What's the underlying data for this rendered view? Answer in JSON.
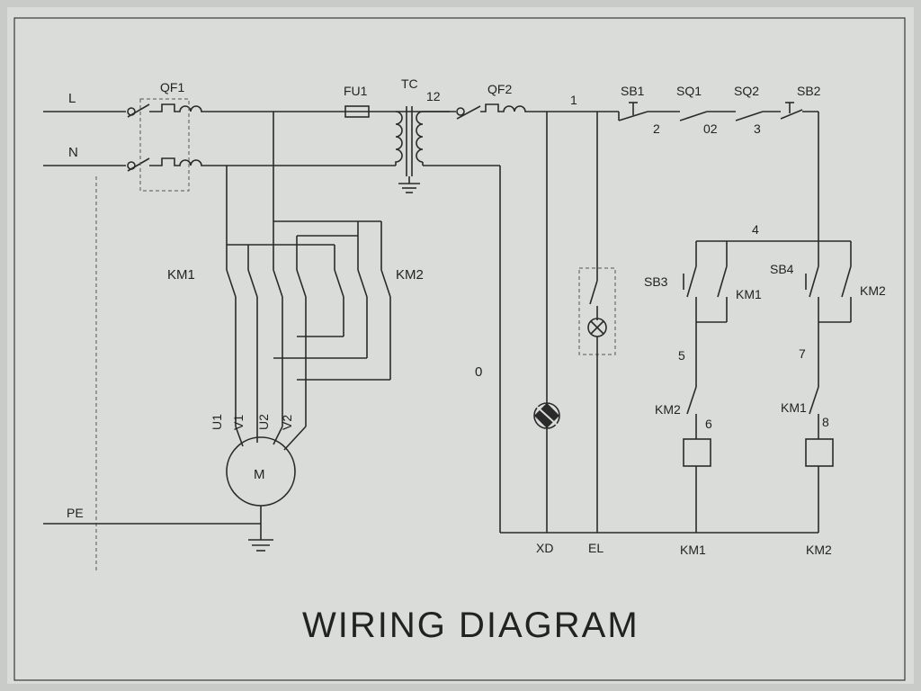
{
  "colors": {
    "paper": "#dadcda",
    "ink": "#2a2a2a"
  },
  "title": "WIRING DIAGRAM",
  "labels": {
    "L": "L",
    "N": "N",
    "PE": "PE",
    "QF1": "QF1",
    "FU1": "FU1",
    "TC": "TC",
    "n12": "12",
    "QF2": "QF2",
    "n1": "1",
    "SB1": "SB1",
    "SQ1": "SQ1",
    "SQ2": "SQ2",
    "SB2": "SB2",
    "n2": "2",
    "n02": "02",
    "n3": "3",
    "n4": "4",
    "KM1": "KM1",
    "KM2": "KM2",
    "SB3": "SB3",
    "SB4": "SB4",
    "KM1_aux": "KM1",
    "KM2_aux": "KM2",
    "n5": "5",
    "n7": "7",
    "KM2_il": "KM2",
    "KM1_il": "KM1",
    "n6": "6",
    "n8": "8",
    "n0": "0",
    "XD": "XD",
    "EL": "EL",
    "KM1_coil": "KM1",
    "KM2_coil": "KM2",
    "U1": "U1",
    "V1": "V1",
    "U2": "U2",
    "V2": "V2",
    "M": "M"
  }
}
